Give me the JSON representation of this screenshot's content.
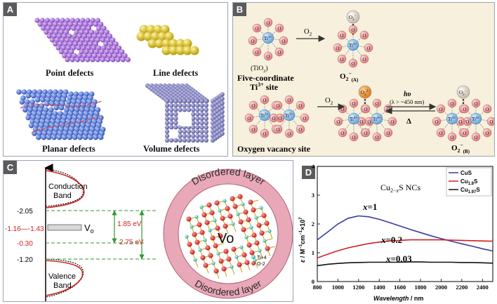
{
  "panelA": {
    "tag": "A",
    "captions": [
      "Point defects",
      "Line defects",
      "Planar defects",
      "Volume defects"
    ]
  },
  "panelB": {
    "tag": "B",
    "top_left_label": "(TiO",
    "top_left_sub": "2",
    "top_left_close": ")",
    "site1_line1": "Five-coordinate",
    "site1_line2": "Ti",
    "site1_sup": "3+",
    "site1_tail": " site",
    "site2": "Oxygen vacancy site",
    "o2_arrow": "O",
    "o2_sub": "2",
    "ti3": "Ti",
    "ti3_sup": "3+",
    "ti4": "Ti",
    "ti4_sup": "4+",
    "o": "O",
    "o2minus": "O",
    "o2minus_sub": "2",
    "o2minus_sup": "−",
    "o2minus_A": "(A)",
    "o2minus_B": "(B)",
    "o22minus_sup": "2−",
    "hv": "hυ",
    "lambda": "(λ > ~450 nm)",
    "delta": "Δ"
  },
  "panelC": {
    "tag": "C",
    "cb_line1": "Conduction",
    "cb_line2": "Band",
    "vb_line1": "Valence",
    "vb_line2": "Band",
    "vo": "V",
    "vo_sub": "o",
    "e_-205": "-2.05",
    "e_vo": "-1.16—-1.43",
    "e_-030": "-0.30",
    "e_-120": "-1.20",
    "gap1": "1.85 eV",
    "gap2": "2.75 eV",
    "ring_text": "Disordered layer",
    "center_vo": "Vo",
    "legend": [
      "Ti+4",
      "O-2"
    ],
    "colors": {
      "red_label": "#d02020",
      "green": "#2f9a2f",
      "ring": "#e9a0b0"
    }
  },
  "panelD": {
    "tag": "D"
  },
  "chart_data": {
    "type": "line",
    "title": "Cu2−xS NCs",
    "xlabel": "Wavelength / nm",
    "ylabel": "ε / M⁻¹ cm⁻¹ × 10⁷",
    "xlim": [
      800,
      2500
    ],
    "ylim": [
      0,
      4
    ],
    "xticks": [
      800,
      1000,
      1200,
      1400,
      1600,
      1800,
      2000,
      2200,
      2400
    ],
    "yticks": [
      0,
      1,
      2,
      3,
      4
    ],
    "legend_position": "top-right",
    "annotations": [
      "x=1",
      "x=0.2",
      "x=0.03"
    ],
    "series": [
      {
        "name": "CuS",
        "color": "#3a3aa0",
        "x": [
          800,
          900,
          1000,
          1100,
          1200,
          1300,
          1400,
          1500,
          1600,
          1700,
          1800,
          1900,
          2000,
          2100,
          2200,
          2300,
          2400,
          2500
        ],
        "y": [
          1.45,
          1.72,
          2.0,
          2.2,
          2.28,
          2.25,
          2.16,
          2.05,
          1.93,
          1.81,
          1.7,
          1.59,
          1.49,
          1.4,
          1.31,
          1.23,
          1.14,
          1.06
        ]
      },
      {
        "name": "Cu1.8S",
        "color": "#d02020",
        "x": [
          800,
          900,
          1000,
          1100,
          1200,
          1300,
          1400,
          1500,
          1600,
          1700,
          1800,
          1900,
          2000,
          2100,
          2200,
          2300,
          2400,
          2500
        ],
        "y": [
          0.82,
          0.95,
          1.07,
          1.17,
          1.25,
          1.32,
          1.37,
          1.41,
          1.43,
          1.45,
          1.45,
          1.45,
          1.45,
          1.44,
          1.43,
          1.42,
          1.41,
          1.4
        ]
      },
      {
        "name": "Cu1.97S",
        "color": "#111111",
        "x": [
          800,
          900,
          1000,
          1100,
          1200,
          1300,
          1400,
          1500,
          1600,
          1700,
          1800,
          1900,
          2000,
          2100,
          2200,
          2300,
          2400,
          2500
        ],
        "y": [
          0.55,
          0.6,
          0.63,
          0.65,
          0.66,
          0.67,
          0.67,
          0.67,
          0.67,
          0.68,
          0.68,
          0.67,
          0.67,
          0.67,
          0.66,
          0.66,
          0.65,
          0.64
        ]
      }
    ]
  },
  "legend_labels": {
    "cus": "CuS",
    "cu18_pre": "Cu",
    "cu18_sub": "1.8",
    "cu18_post": "S",
    "cu197_pre": "Cu",
    "cu197_sub": "1.97",
    "cu197_post": "S",
    "title_pre": "Cu",
    "title_sub": "2−",
    "title_subx": "x",
    "title_post": "S NCs",
    "x1": "x",
    "x1v": "=1",
    "x2": "x",
    "x2v": "=0.2",
    "x3": "x",
    "x3v": "=0.03",
    "ylabel_eps": "ε",
    "ylabel_rest": " / M",
    "ylabel_sup1": "−1",
    "ylabel_cm": "cm",
    "ylabel_sup2": "−1",
    "ylabel_x": "×10",
    "ylabel_sup3": "7",
    "xlabel_w": "Wavelength",
    "xlabel_rest": " / nm"
  }
}
